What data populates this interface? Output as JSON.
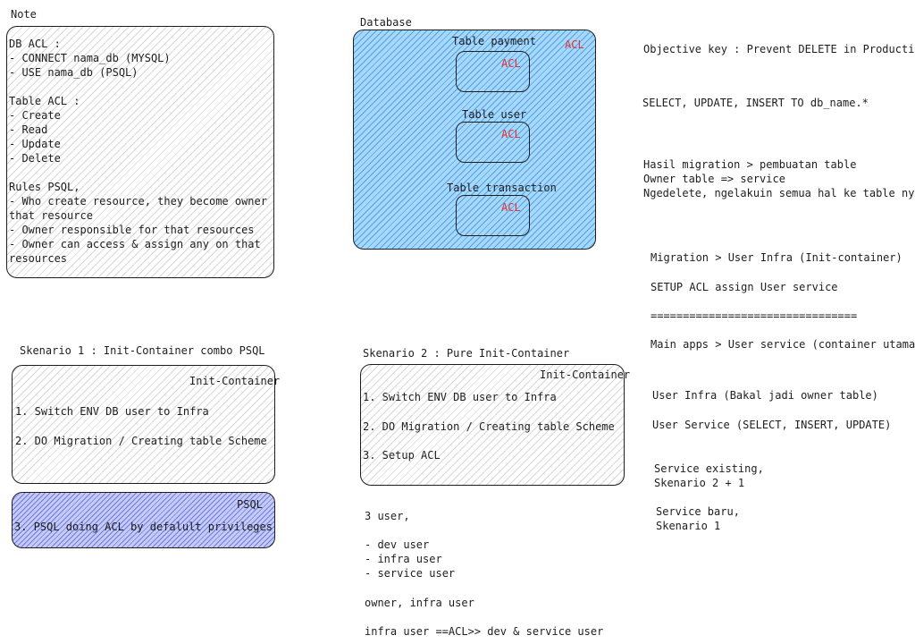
{
  "colors": {
    "stroke": "#1e1e1e",
    "db_fill": "#a5d8ff",
    "psql_fill": "#c5cbf6",
    "acl": "#e03131"
  },
  "note": {
    "title": "Note",
    "db_acl": [
      "DB ACL :",
      "- CONNECT nama_db (MYSQL)",
      "- USE nama_db (PSQL)"
    ],
    "table_acl": [
      "Table ACL :",
      "- Create",
      "- Read",
      "- Update",
      "- Delete"
    ],
    "rules": [
      "Rules PSQL,",
      "- Who create resource, they become owner",
      "that resource",
      "- Owner responsible for that resources",
      "- Owner can access & assign any on that",
      "resources"
    ]
  },
  "database": {
    "title": "Database",
    "acl": "ACL",
    "tables": [
      {
        "name": "Table payment",
        "acl": "ACL"
      },
      {
        "name": "Table user",
        "acl": "ACL"
      },
      {
        "name": "Table transaction",
        "acl": "ACL"
      }
    ]
  },
  "right": {
    "objective": "Objective key : Prevent DELETE in Production",
    "grant": "SELECT, UPDATE, INSERT TO db_name.*",
    "migration": [
      "Hasil migration > pembuatan table",
      "Owner table => service",
      "Ngedelete, ngelakuin semua hal ke table nya.."
    ],
    "flow": [
      "Migration > User Infra (Init-container)",
      "SETUP ACL assign User service",
      "================================",
      "Main apps > User service (container utama)"
    ],
    "users": [
      "User Infra (Bakal jadi owner table)",
      "User Service (SELECT, INSERT, UPDATE)"
    ],
    "existing": [
      "Service existing,",
      "Skenario 2 + 1"
    ],
    "baru": [
      "Service baru,",
      "Skenario 1"
    ]
  },
  "skenario1": {
    "title": "Skenario 1 : Init-Container combo PSQL",
    "init_label": "Init-Container",
    "steps": [
      "1. Switch ENV DB user to Infra",
      "2. DO Migration / Creating table Scheme"
    ],
    "psql_label": "PSQL",
    "psql_step": "3. PSQL doing ACL by defalult privileges"
  },
  "skenario2": {
    "title": "Skenario 2 : Pure Init-Container",
    "init_label": "Init-Container",
    "steps": [
      "1. Switch ENV DB user to Infra",
      "2. DO Migration / Creating table Scheme",
      "3. Setup ACL"
    ]
  },
  "users_note": {
    "heading": "3 user,",
    "list": [
      "- dev user",
      "- infra user",
      "- service user"
    ],
    "owner": "owner, infra user",
    "acl_flow": "infra user ==ACL>> dev & service user"
  }
}
